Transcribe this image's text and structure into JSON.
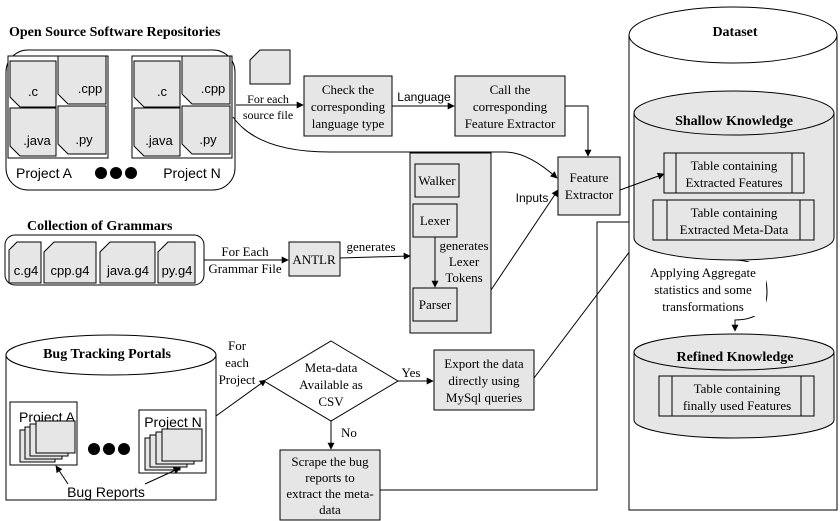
{
  "repos": {
    "title": "Open Source Software Repositories",
    "files": [
      ".c",
      ".cpp",
      ".java",
      ".py"
    ],
    "project_a": "Project A",
    "project_n": "Project N"
  },
  "flow": {
    "for_each_source_line1": "For each",
    "for_each_source_line2": "source file",
    "check_lang_line1": "Check the",
    "check_lang_line2": "corresponding",
    "check_lang_line3": "language type",
    "language_label": "Language",
    "call_fe_line1": "Call the",
    "call_fe_line2": "corresponding",
    "call_fe_line3": "Feature Extractor",
    "feature_extractor_line1": "Feature",
    "feature_extractor_line2": "Extractor",
    "inputs_label": "Inputs"
  },
  "grammars": {
    "title": "Collection of Grammars",
    "files": [
      "c.g4",
      "cpp.g4",
      "java.g4",
      "py.g4"
    ],
    "for_each_line1": "For Each",
    "for_each_line2": "Grammar File",
    "antlr": "ANTLR",
    "generates": "generates",
    "walker": "Walker",
    "lexer": "Lexer",
    "parser": "Parser",
    "gen_tokens_line1": "generates",
    "gen_tokens_line2": "Lexer",
    "gen_tokens_line3": "Tokens"
  },
  "bugs": {
    "title": "Bug Tracking Portals",
    "project_a": "Project A",
    "project_n": "Project N",
    "bug_reports": "Bug Reports",
    "for_each_line1": "For",
    "for_each_line2": "each",
    "for_each_line3": "Project",
    "decision_line1": "Meta-data",
    "decision_line2": "Available as",
    "decision_line3": "CSV",
    "yes": "Yes",
    "no": "No",
    "export_line1": "Export the data",
    "export_line2": "directly using",
    "export_line3": "MySql queries",
    "scrape_line1": "Scrape the bug",
    "scrape_line2": "reports to",
    "scrape_line3": "extract the meta-",
    "scrape_line4": "data"
  },
  "dataset": {
    "title": "Dataset",
    "shallow_title": "Shallow Knowledge",
    "table_features_line1": "Table containing",
    "table_features_line2": "Extracted Features",
    "table_meta_line1": "Table containing",
    "table_meta_line2": "Extracted Meta-Data",
    "aggregate_line1": "Applying Aggregate",
    "aggregate_line2": "statistics and some",
    "aggregate_line3": "transformations",
    "refined_title": "Refined Knowledge",
    "table_final_line1": "Table containing",
    "table_final_line2": "finally used Features"
  }
}
